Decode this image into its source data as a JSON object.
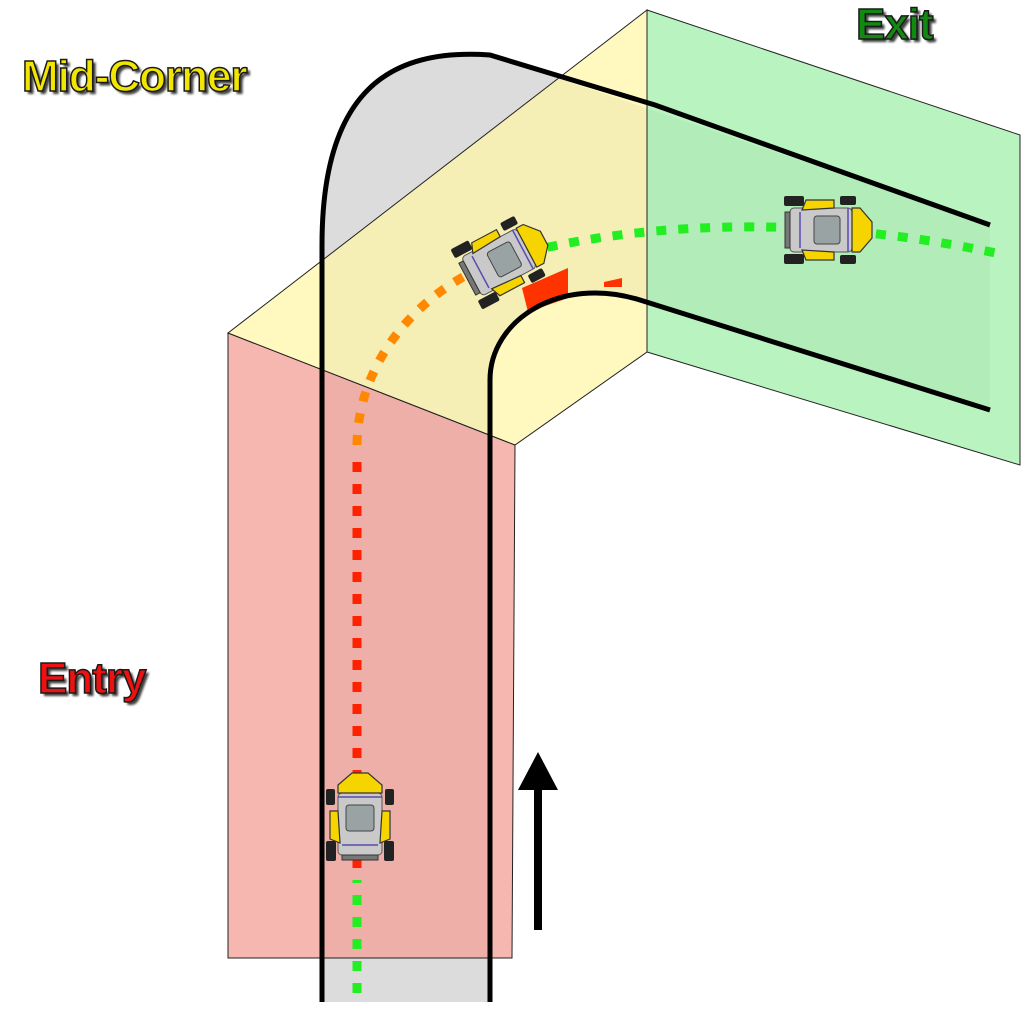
{
  "labels": {
    "mid_corner": "Mid-Corner",
    "exit": "Exit",
    "entry": "Entry"
  },
  "colors": {
    "entry_zone": "#f4a39b",
    "mid_zone": "#fff7a8",
    "exit_zone": "#a8f0b0",
    "track_surface": "#dcdcdc",
    "kerb": "#ff3300",
    "kart_body": "#f5d400",
    "entry_text": "#ee1111",
    "mid_text": "#f2e600",
    "exit_text": "#128a12",
    "racing_line_braking": "#ff2200",
    "racing_line_transition": "#ff8800",
    "racing_line_throttle": "#22ee22"
  },
  "icons": {
    "direction": "arrow-up-icon",
    "vehicle": "go-kart-icon"
  }
}
